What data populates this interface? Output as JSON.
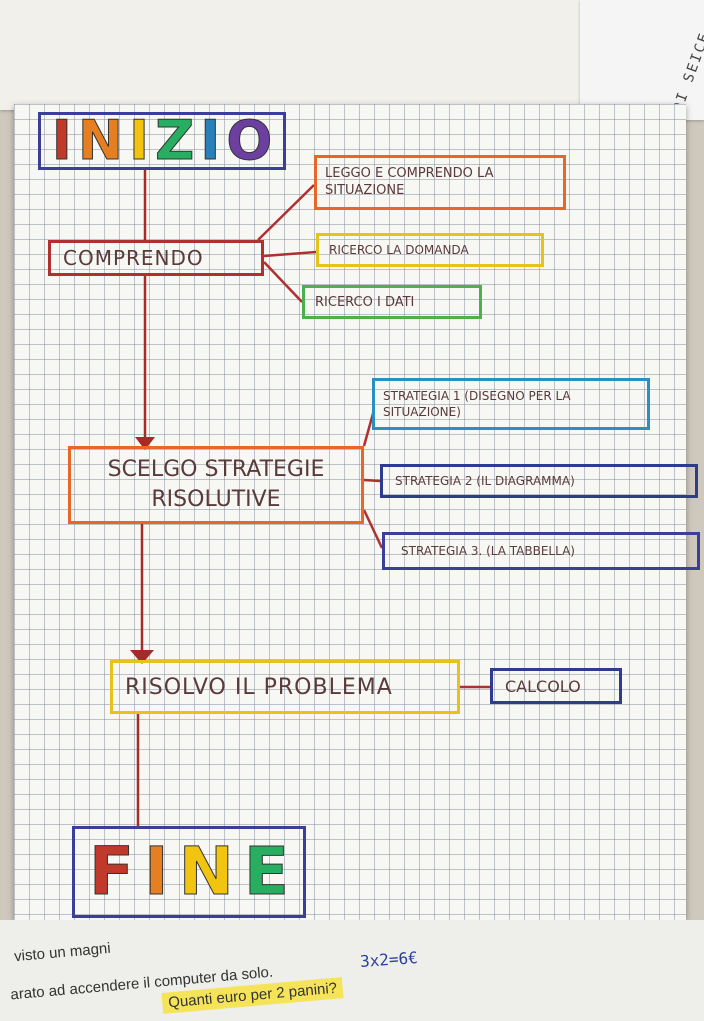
{
  "corner_text": "DI SEICE",
  "title_start": [
    "I",
    "N",
    "I",
    "Z",
    "I",
    "O"
  ],
  "title_start_colors": [
    "#c0392b",
    "#e67e22",
    "#f1c40f",
    "#27ae60",
    "#2980b9",
    "#6c3fa0"
  ],
  "title_end": [
    "F",
    "I",
    "N",
    "E"
  ],
  "title_end_colors": [
    "#c0392b",
    "#e67e22",
    "#f1c40f",
    "#27ae60"
  ],
  "nodes": {
    "comprendo": "COMPRENDO",
    "leggo": "LEGGO E COMPRENDO LA SITUAZIONE",
    "domanda": "RICERCO LA DOMANDA",
    "dati": "RICERCO I DATI",
    "scelgo": "SCELGO STRATEGIE RISOLUTIVE",
    "strategia1": "STRATEGIA 1 (DISEGNO PER LA SITUAZIONE)",
    "strategia2": "STRATEGIA 2 (IL DIAGRAMMA)",
    "strategia3": "STRATEGIA 3. (LA TABBELLA)",
    "risolvo": "RISOLVO IL PROBLEMA",
    "calcolo": "CALCOLO"
  },
  "colors": {
    "arrow": "#a52a2a",
    "orange": "#e8662a",
    "red": "#b03030",
    "yellow": "#e6c21a",
    "green": "#4caf50",
    "blue": "#2a8fc1",
    "navy": "#2d3c8c",
    "purple": "#3b3f99"
  },
  "bottom_text": {
    "line1": "visto un magni",
    "line2": "arato ad accendere il computer da solo.",
    "line3": "Quanti euro per 2 panini?",
    "handwritten": "3x2=6€"
  }
}
